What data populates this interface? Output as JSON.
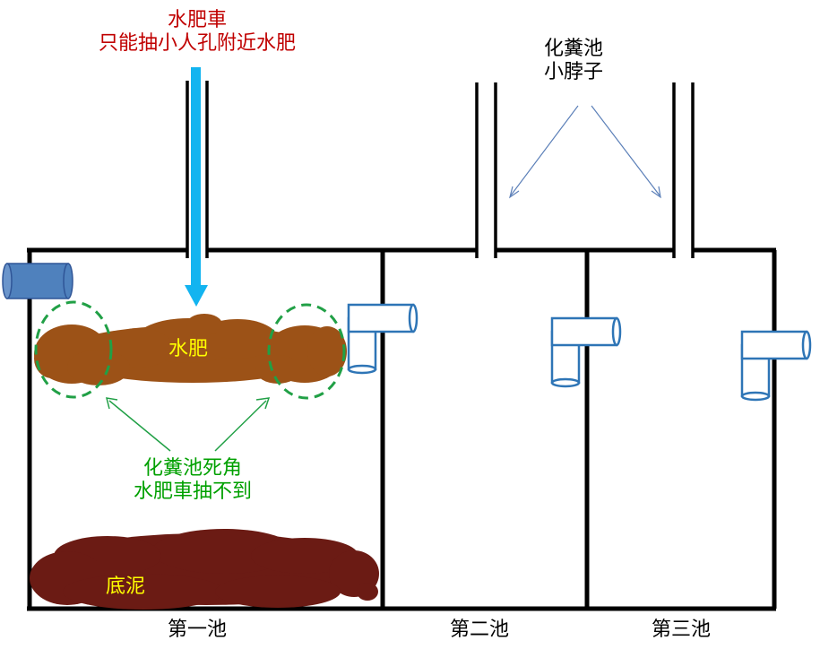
{
  "truck_note": {
    "line1": "水肥車",
    "line2": "只能抽小人孔附近水肥"
  },
  "neck_note": {
    "line1": "化糞池",
    "line2": "小脖子"
  },
  "sludge_top_label": "水肥",
  "dead_corner_note": {
    "line1": "化糞池死角",
    "line2": "水肥車抽不到"
  },
  "sludge_bottom_label": "底泥",
  "chambers": [
    "第一池",
    "第二池",
    "第三池"
  ],
  "colors": {
    "truck_text": "#c00000",
    "dead_corner_text": "#00a000",
    "sludge_label_text": "#ffff00",
    "scum": "#9c5217",
    "bottom_sludge": "#6b1b14",
    "suction_arrow": "#13b4f0",
    "pipe_outline": "#2e75b6",
    "inlet_pipe": "#4f81bd",
    "dashed_circle": "#21a046"
  }
}
